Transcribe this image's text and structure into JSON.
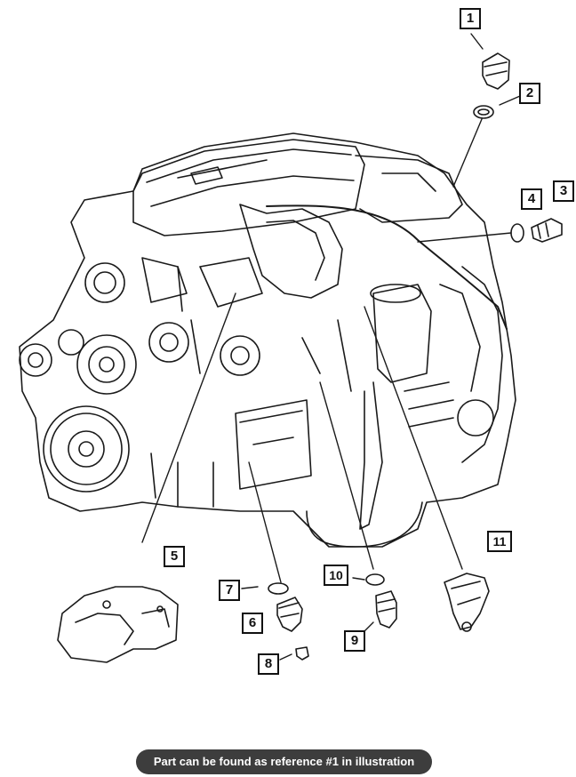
{
  "diagram": {
    "callouts": [
      {
        "label": "1"
      },
      {
        "label": "2"
      },
      {
        "label": "3"
      },
      {
        "label": "4"
      },
      {
        "label": "5"
      },
      {
        "label": "6"
      },
      {
        "label": "7"
      },
      {
        "label": "8"
      },
      {
        "label": "9"
      },
      {
        "label": "10"
      },
      {
        "label": "11"
      }
    ]
  },
  "footer": {
    "caption": "Part can be found as reference #1 in illustration"
  }
}
